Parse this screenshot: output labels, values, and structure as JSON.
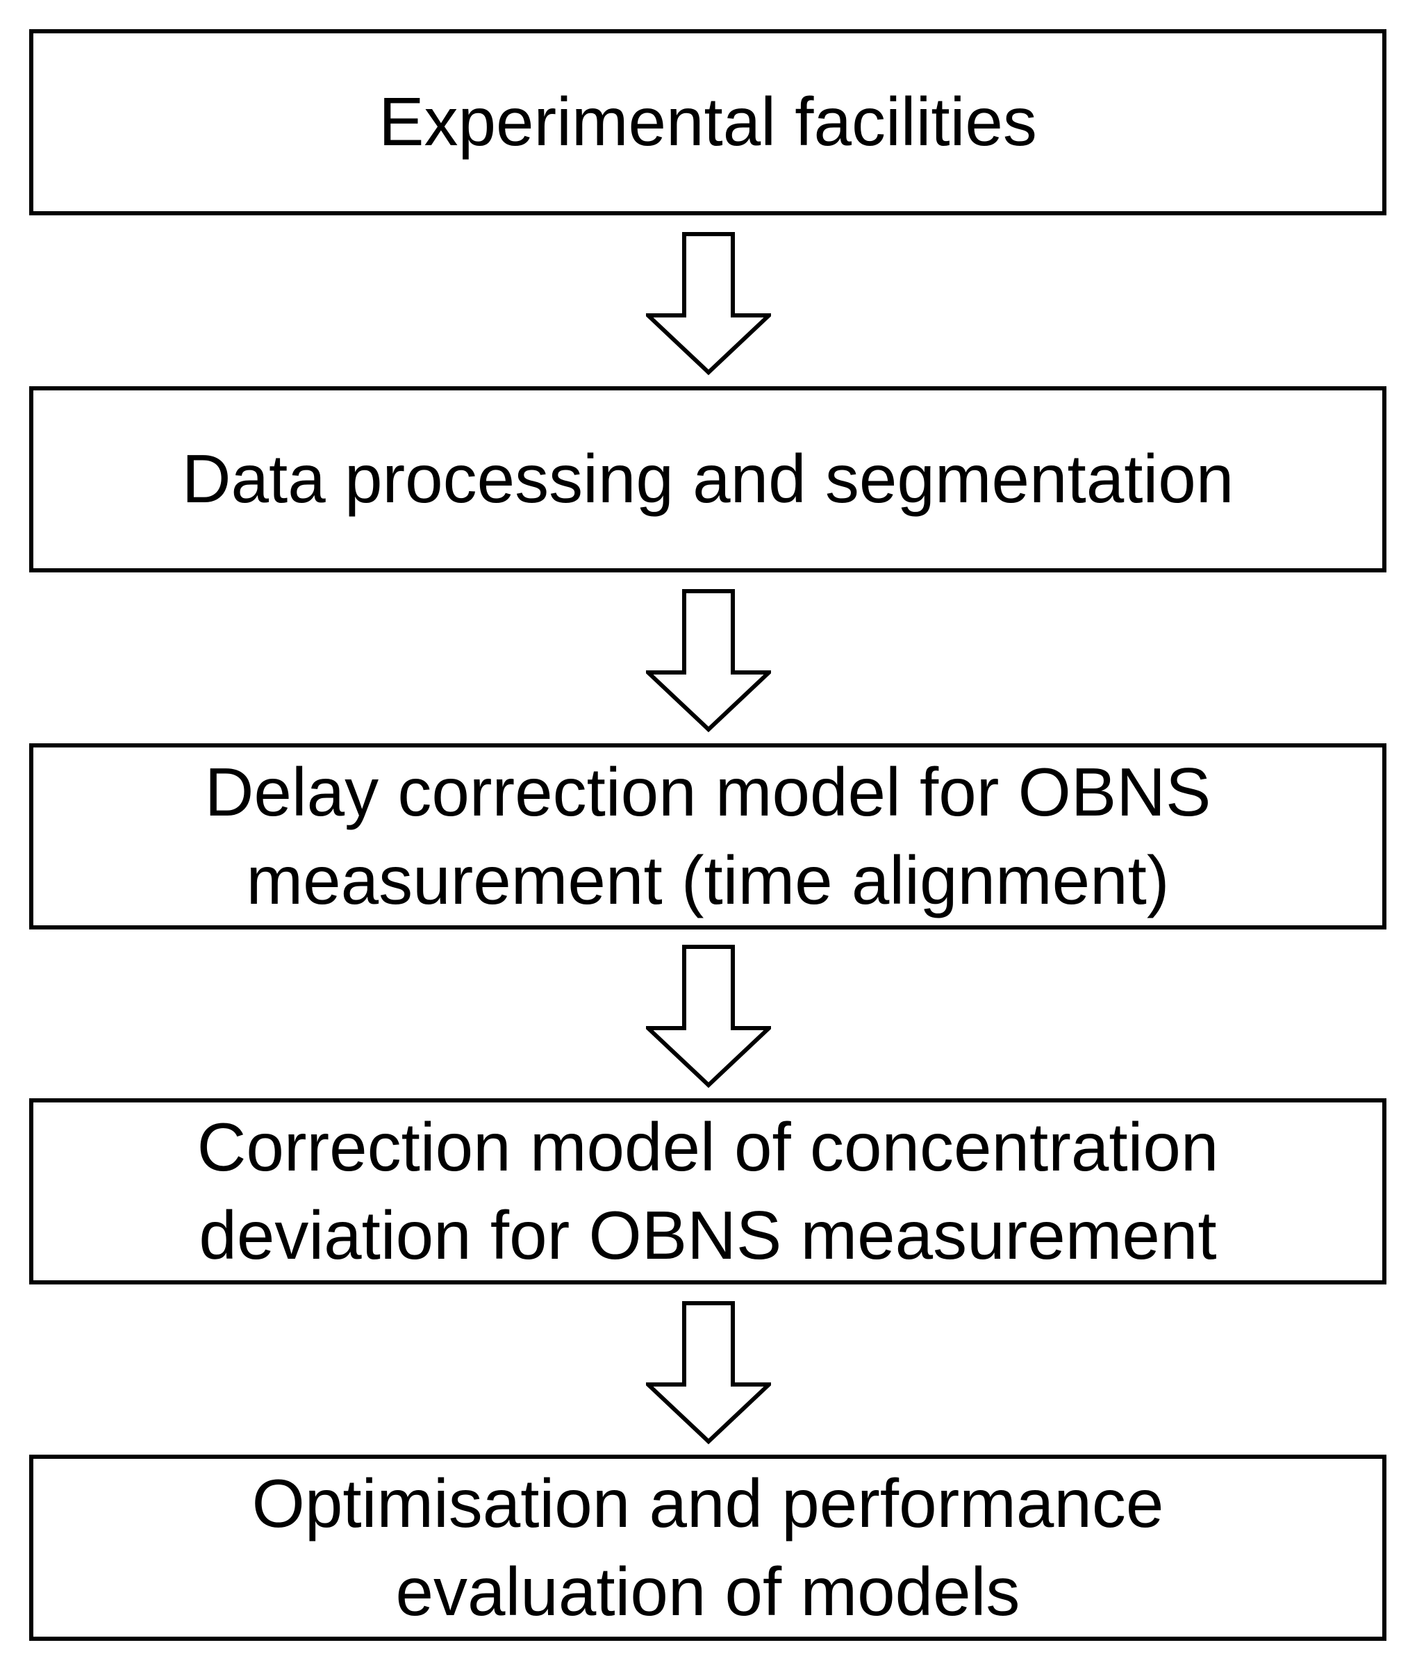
{
  "steps": [
    {
      "label": "Experimental facilities"
    },
    {
      "label": "Data processing and segmentation"
    },
    {
      "label": "Delay correction model for OBNS\nmeasurement (time alignment)"
    },
    {
      "label": "Correction model of concentration\ndeviation for OBNS measurement"
    },
    {
      "label": "Optimisation and performance\nevaluation of models"
    }
  ],
  "arrow_icon": "hollow-down-arrow",
  "colors": {
    "stroke": "#000000",
    "fill": "#ffffff"
  }
}
